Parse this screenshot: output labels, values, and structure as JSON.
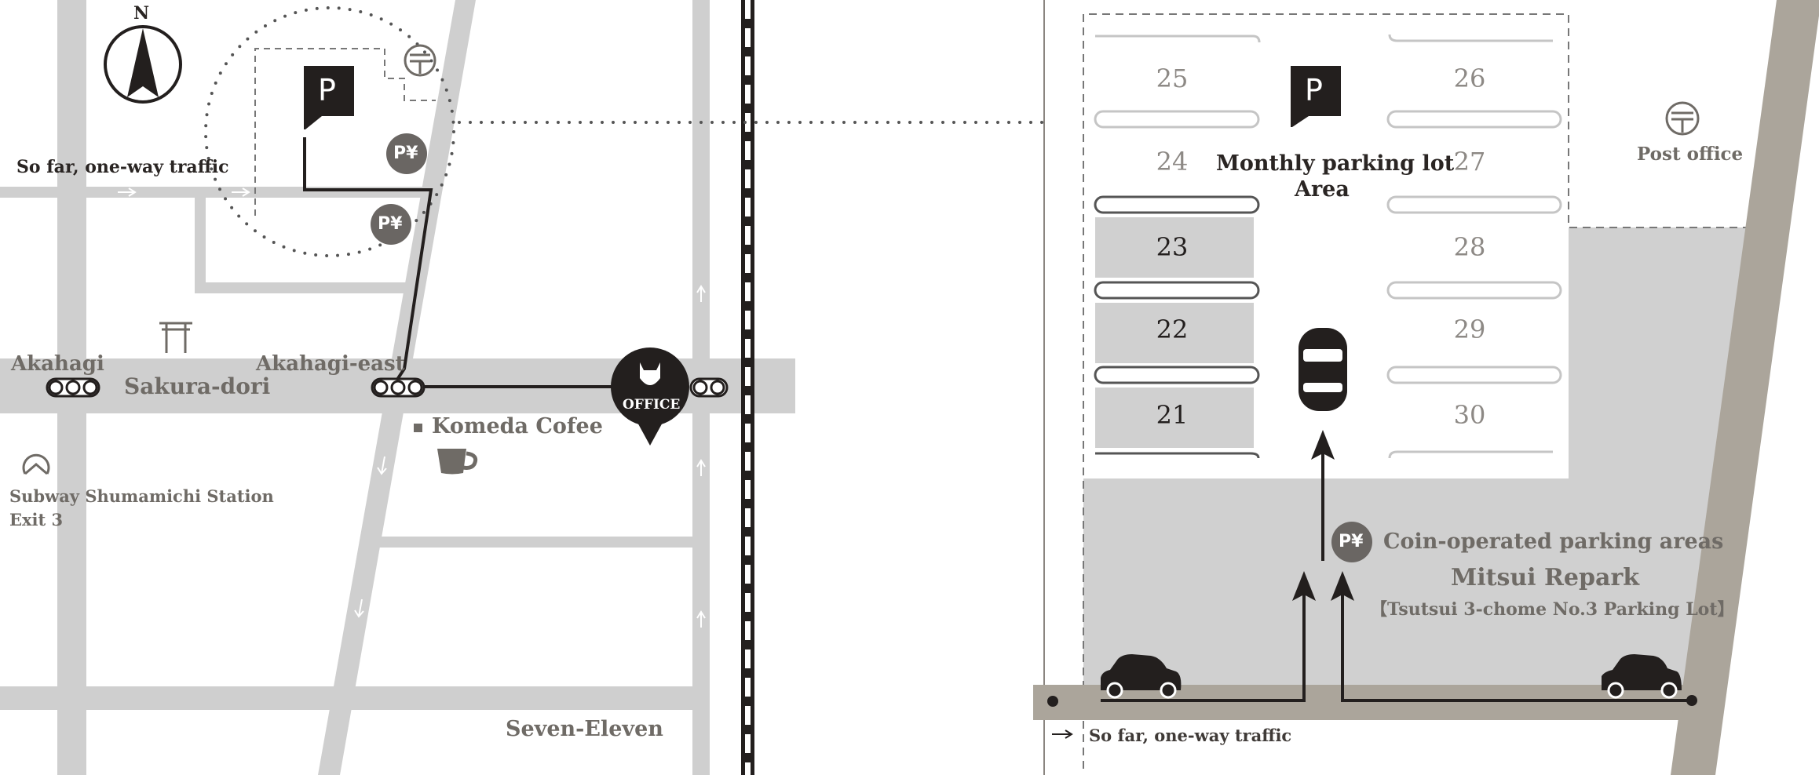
{
  "left_map": {
    "compass_letter": "N",
    "oneway_label": "So far, one-way traffic",
    "intersection_akahagi": "Akahagi",
    "intersection_akahagi_east": "Akahagi-east",
    "street_sakura": "Sakura-dori",
    "subway_station": "Subway Shumamichi Station",
    "subway_exit": "Exit 3",
    "komeda": "Komeda Cofee",
    "seven_eleven": "Seven-Eleven",
    "office_label": "OFFICE",
    "parking_letter": "P",
    "coin_parking_mark": "P¥"
  },
  "right_map": {
    "parking_letter": "P",
    "monthly_title_line1": "Monthly parking lot",
    "monthly_title_line2": "Area",
    "stall_numbers_left": [
      "25",
      "24",
      "23",
      "22",
      "21"
    ],
    "stall_numbers_right": [
      "26",
      "27",
      "28",
      "29",
      "30"
    ],
    "occupied_stalls": [
      "23",
      "22",
      "21"
    ],
    "post_office": "Post office",
    "coin_parking_mark": "P¥",
    "coin_parking_label": "Coin-operated parking areas",
    "operator_name": "Mitsui Repark",
    "lot_name": "【Tsutsui 3-chome No.3 Parking Lot】",
    "oneway_label": "So far, one-way traffic"
  },
  "colors": {
    "road_gray": "#cfcfcf",
    "lot_gray": "#d0d0d0",
    "route_dark": "#231f1e",
    "ground_taupe": "#aba59b",
    "label_gray": "#6f6b66"
  }
}
